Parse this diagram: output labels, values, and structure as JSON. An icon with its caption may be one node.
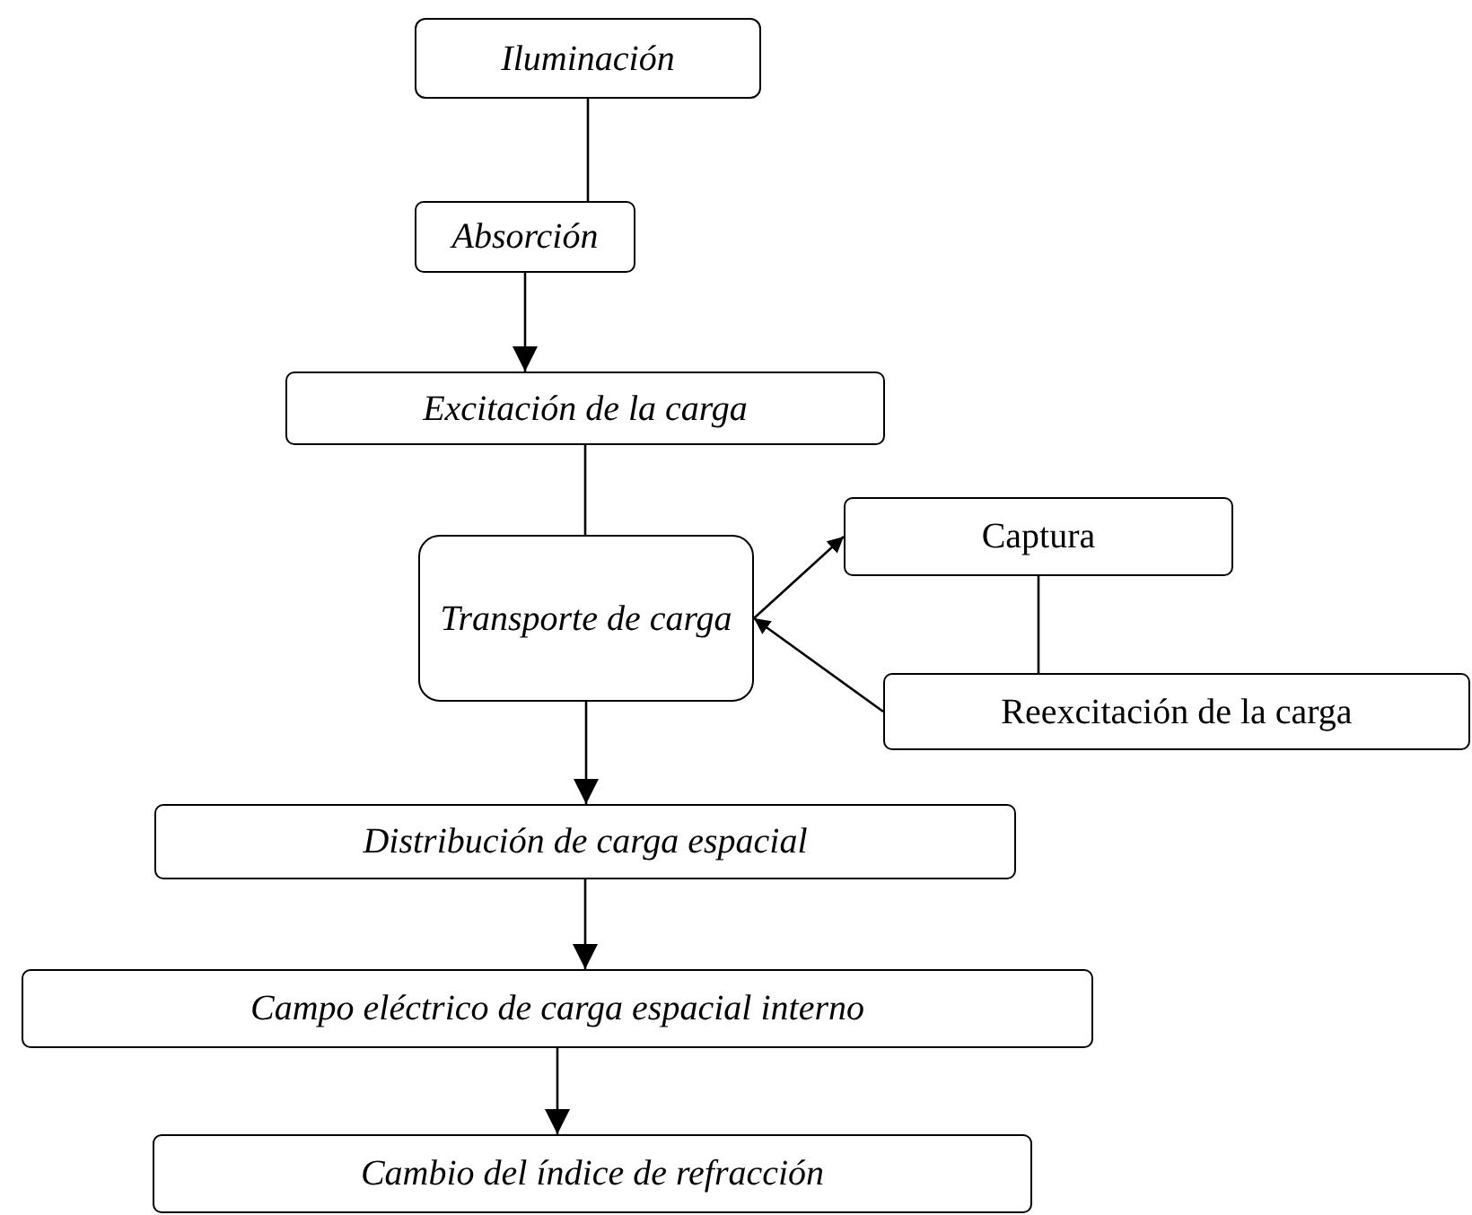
{
  "diagram": {
    "nodes": [
      {
        "text": [
          "Iluminación"
        ]
      },
      {
        "text": [
          "Absorción"
        ]
      },
      {
        "text": [
          "Excitación de la carga"
        ]
      },
      {
        "text": [
          "Transporte de carga"
        ]
      },
      {
        "text": [
          "Captura"
        ]
      },
      {
        "text": [
          "Reexcitación de la carga"
        ]
      },
      {
        "text": [
          "Distribución de carga espacial"
        ]
      },
      {
        "text": [
          "Campo eléctrico de carga espacial interno"
        ]
      },
      {
        "text": [
          "Cambio del índice de refracción"
        ]
      }
    ],
    "edges": [
      {
        "from": 0,
        "to": 1,
        "arrow": "none"
      },
      {
        "from": 1,
        "to": 2,
        "arrow": "to"
      },
      {
        "from": 2,
        "to": 3,
        "arrow": "none"
      },
      {
        "from": 3,
        "to": 4,
        "arrow": "to"
      },
      {
        "from": 5,
        "to": 3,
        "arrow": "to"
      },
      {
        "from": 4,
        "to": 5,
        "arrow": "none"
      },
      {
        "from": 3,
        "to": 6,
        "arrow": "to"
      },
      {
        "from": 6,
        "to": 7,
        "arrow": "to"
      },
      {
        "from": 7,
        "to": 8,
        "arrow": "to"
      }
    ]
  }
}
